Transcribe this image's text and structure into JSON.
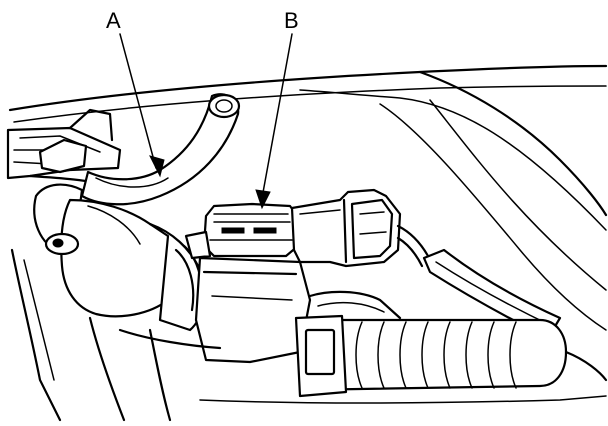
{
  "callouts": {
    "a": {
      "label": "A",
      "part": "hose"
    },
    "b": {
      "label": "B",
      "part": "electrical-connector"
    }
  },
  "colors": {
    "ink": "#000000",
    "paper": "#ffffff"
  }
}
